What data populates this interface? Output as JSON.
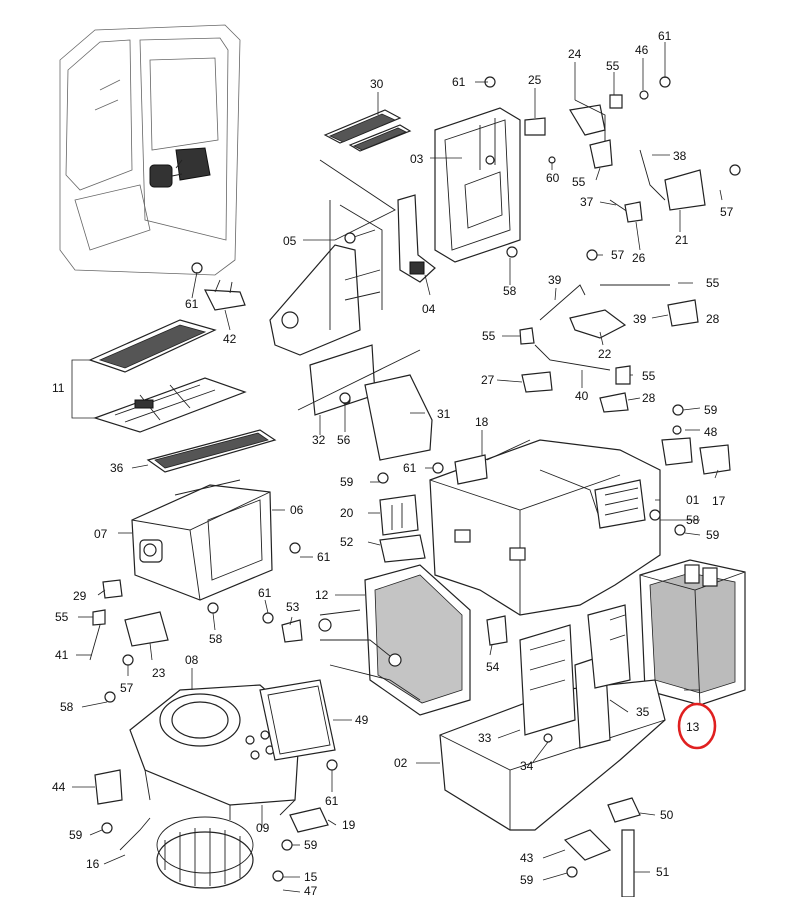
{
  "labels": {
    "p30": "30",
    "p61a": "61",
    "p25": "25",
    "p24": "24",
    "p55a": "55",
    "p46": "46",
    "p61b": "61",
    "p03": "03",
    "p60": "60",
    "p55b": "55",
    "p38": "38",
    "p57a": "57",
    "p37": "37",
    "p26": "26",
    "p21": "21",
    "p05": "05",
    "p57b": "57",
    "p61c": "61",
    "p58a": "58",
    "p04": "04",
    "p39a": "39",
    "p55c": "55",
    "p42": "42",
    "p55d": "55",
    "p22": "22",
    "p39b": "39",
    "p28a": "28",
    "p11": "11",
    "p27": "27",
    "p40": "40",
    "p55e": "55",
    "p28b": "28",
    "p32": "32",
    "p56": "56",
    "p31": "31",
    "p59a": "59",
    "p48": "48",
    "p18": "18",
    "p36": "36",
    "p61d": "61",
    "p59b": "59",
    "p20": "20",
    "p01": "01",
    "p17": "17",
    "p06": "06",
    "p07": "07",
    "p52": "52",
    "p58b": "58",
    "p59c": "59",
    "p61e": "61",
    "p29": "29",
    "p12": "12",
    "p61f": "61",
    "p53": "53",
    "p55f": "55",
    "p58c": "58",
    "p41": "41",
    "p23": "23",
    "p54": "54",
    "p08": "08",
    "p57c": "57",
    "p58d": "58",
    "p49": "49",
    "p35": "35",
    "p13": "13",
    "p33": "33",
    "p02": "02",
    "p34": "34",
    "p44": "44",
    "p61g": "61",
    "p09": "09",
    "p50": "50",
    "p59d": "59",
    "p19": "19",
    "p59e": "59",
    "p43": "43",
    "p16": "16",
    "p15": "15",
    "p51": "51",
    "p59f": "59",
    "p47": "47"
  },
  "highlight": {
    "part": "13",
    "color": "#e02020"
  }
}
